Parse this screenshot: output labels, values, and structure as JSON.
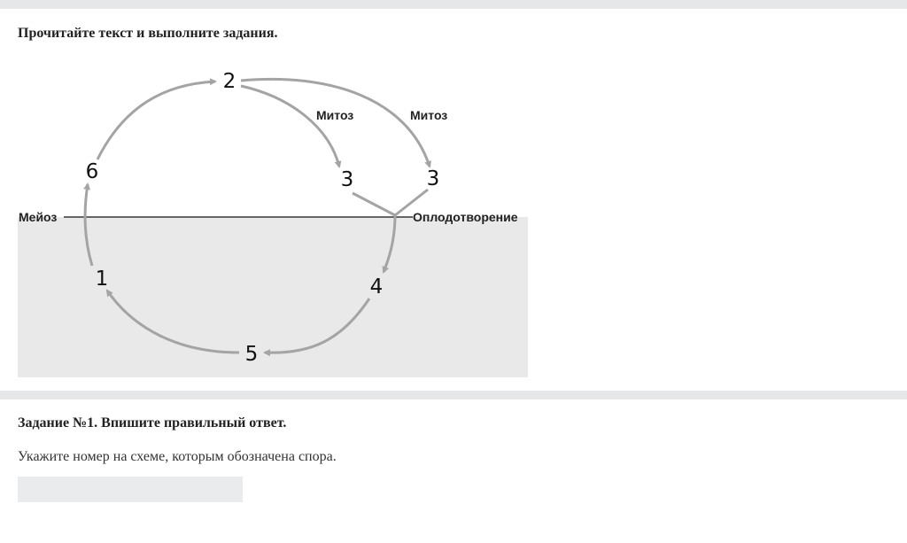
{
  "instruction": "Прочитайте текст и выполните задания.",
  "diagram": {
    "nodes": [
      "1",
      "2",
      "3",
      "3",
      "4",
      "5",
      "6"
    ],
    "labels": {
      "mitosis_left": "Митоз",
      "mitosis_right": "Митоз",
      "meiosis": "Мейоз",
      "fertilization": "Оплодотворение"
    },
    "colors": {
      "arrow": "#a4a4a4",
      "line": "#111111",
      "lower_panel": "#e9e9e9"
    }
  },
  "task": {
    "title": "Задание №1. Впишите правильный ответ.",
    "question": "Укажите номер на схеме, которым обозначена спора.",
    "answer_value": ""
  }
}
